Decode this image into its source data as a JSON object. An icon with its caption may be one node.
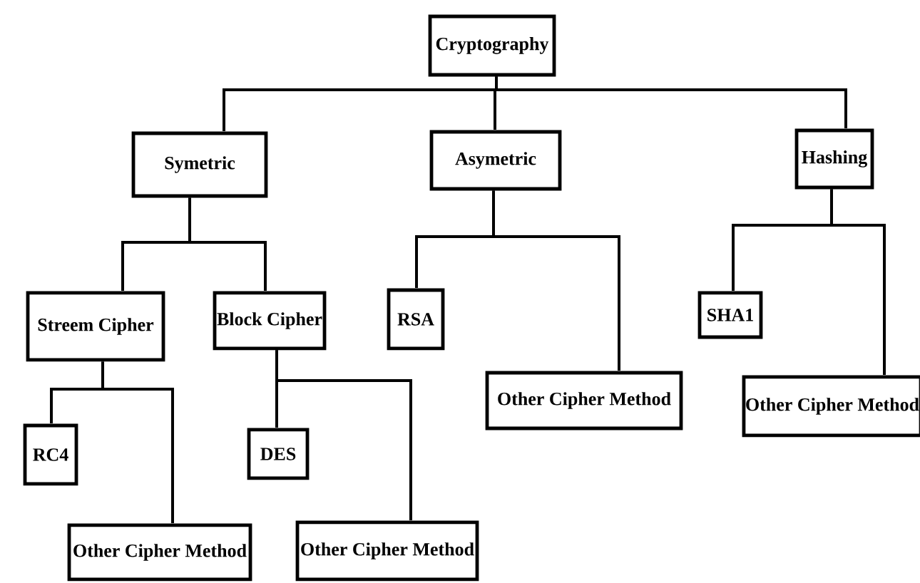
{
  "diagram": {
    "nodes": [
      {
        "text": [
          "Cryptography"
        ]
      },
      {
        "text": [
          "Symetric"
        ]
      },
      {
        "text": [
          "Asymetric"
        ]
      },
      {
        "text": [
          "Hashing"
        ]
      },
      {
        "text": [
          "Streem Cipher"
        ]
      },
      {
        "text": [
          "Block Cipher"
        ]
      },
      {
        "text": [
          "RSA"
        ]
      },
      {
        "text": [
          "SHA1"
        ]
      },
      {
        "text": [
          "Other Cipher Method"
        ]
      },
      {
        "text": [
          "Other Cipher Method"
        ]
      },
      {
        "text": [
          "RC4"
        ]
      },
      {
        "text": [
          "Other Cipher Method"
        ]
      },
      {
        "text": [
          "DES"
        ]
      },
      {
        "text": [
          "Other Cipher Method"
        ]
      }
    ],
    "edges": [
      {
        "from": 0,
        "to": 1,
        "arrow": "none"
      },
      {
        "from": 0,
        "to": 2,
        "arrow": "none"
      },
      {
        "from": 0,
        "to": 3,
        "arrow": "none"
      },
      {
        "from": 1,
        "to": 4,
        "arrow": "none"
      },
      {
        "from": 1,
        "to": 5,
        "arrow": "none"
      },
      {
        "from": 2,
        "to": 6,
        "arrow": "none"
      },
      {
        "from": 2,
        "to": 8,
        "arrow": "none"
      },
      {
        "from": 3,
        "to": 7,
        "arrow": "none"
      },
      {
        "from": 3,
        "to": 9,
        "arrow": "none"
      },
      {
        "from": 4,
        "to": 10,
        "arrow": "none"
      },
      {
        "from": 4,
        "to": 11,
        "arrow": "none"
      },
      {
        "from": 5,
        "to": 12,
        "arrow": "none"
      },
      {
        "from": 5,
        "to": 13,
        "arrow": "none"
      }
    ]
  }
}
